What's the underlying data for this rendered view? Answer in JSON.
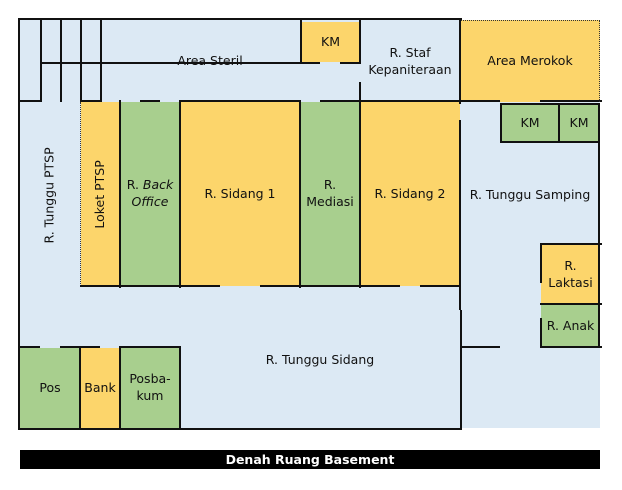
{
  "caption": "Denah Ruang Basement",
  "colors": {
    "corridor": "#dce9f4",
    "yellow_room": "#fcd56b",
    "green_room": "#a8cf8e",
    "wall": "#111111"
  },
  "rooms": {
    "area_steril": "Area Steril",
    "km_top": "KM",
    "staf_kepaniteraan_1": "R. Staf",
    "staf_kepaniteraan_2": "Kepaniteraan",
    "area_merokok": "Area Merokok",
    "tunggu_ptsp": "R. Tunggu PTSP",
    "loket_ptsp": "Loket PTSP",
    "back_office_1": "R.",
    "back_office_2": "Back",
    "back_office_3": "Office",
    "sidang_1": "R. Sidang 1",
    "mediasi_1": "R.",
    "mediasi_2": "Mediasi",
    "sidang_2": "R. Sidang 2",
    "km_right_1": "KM",
    "km_right_2": "KM",
    "tunggu_samping": "R. Tunggu Samping",
    "laktasi_1": "R.",
    "laktasi_2": "Laktasi",
    "anak": "R. Anak",
    "tunggu_sidang": "R. Tunggu Sidang",
    "pos": "Pos",
    "bank": "Bank",
    "posbakum_1": "Posba-",
    "posbakum_2": "kum"
  }
}
